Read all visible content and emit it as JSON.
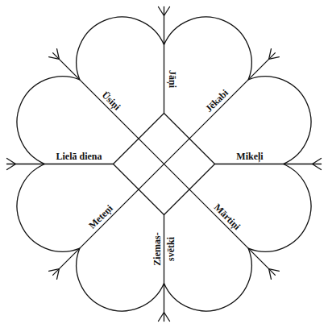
{
  "diagram": {
    "labels": [
      "Jāņi",
      "Ūsiņi",
      "Jēkabi",
      "Lielā diena",
      "Mikeļi",
      "Meteņi",
      "Mārtiņi",
      "Ziemas- svētki"
    ]
  }
}
